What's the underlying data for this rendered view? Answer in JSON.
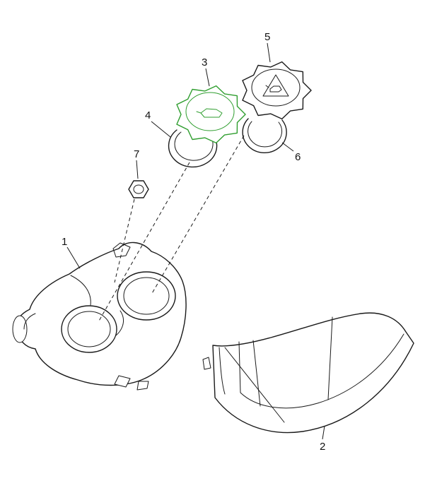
{
  "diagram": {
    "callouts": [
      {
        "label": "1"
      },
      {
        "label": "2"
      },
      {
        "label": "3"
      },
      {
        "label": "4"
      },
      {
        "label": "5"
      },
      {
        "label": "6"
      },
      {
        "label": "7"
      }
    ]
  },
  "colors": {
    "background": "#ffffff",
    "line": "#1a1a1a",
    "highlight": "#2f9e2f"
  }
}
